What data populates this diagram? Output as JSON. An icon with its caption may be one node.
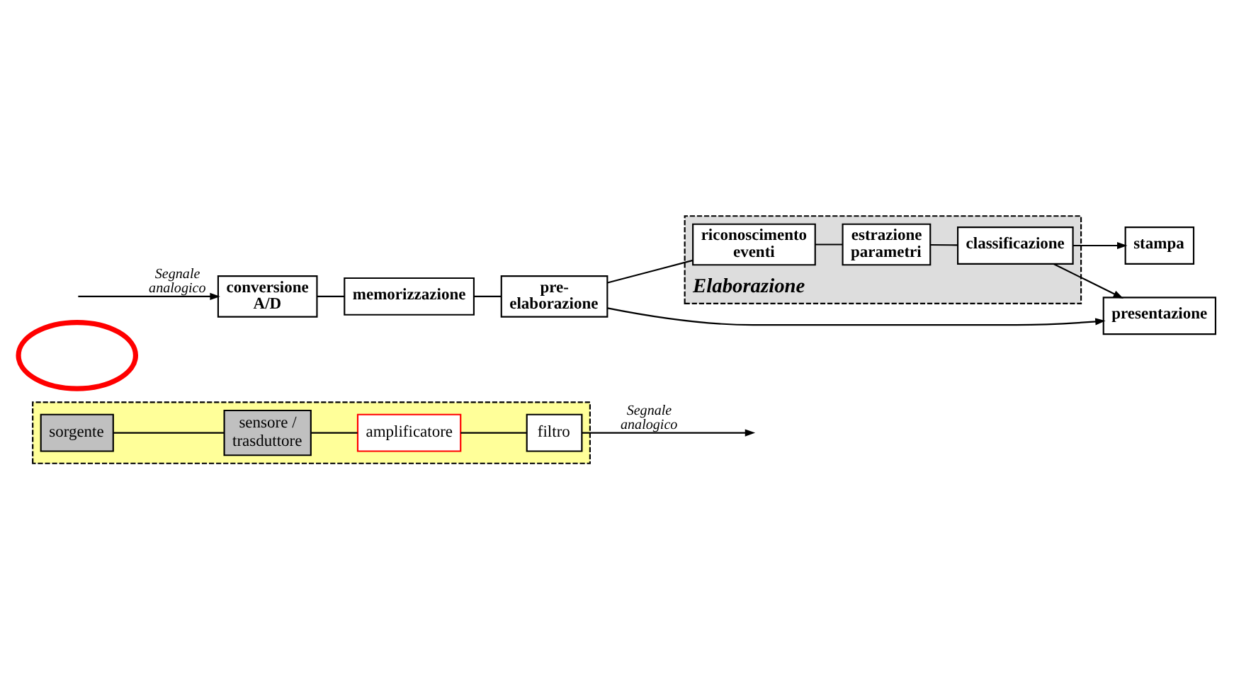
{
  "diagram": {
    "nodes": [
      {
        "text": [],
        "shape": "box"
      },
      {
        "text": [],
        "shape": "ellipse"
      },
      {
        "text": [
          "sorgente"
        ],
        "in": 0
      },
      {
        "text": [
          "sensore / trasduttore"
        ],
        "in": 0
      },
      {
        "text": [
          "amplificatore"
        ],
        "in": 0
      },
      {
        "text": [
          "filtro"
        ],
        "in": 0
      },
      {
        "text": [
          "conversione A/D"
        ]
      },
      {
        "text": [
          "memorizzazione"
        ]
      },
      {
        "text": [
          "pre- elaborazione"
        ]
      },
      {
        "text": [
          "presentazione"
        ]
      },
      {
        "text": [
          "Elaborazione"
        ]
      },
      {
        "text": [
          "riconoscimento eventi"
        ],
        "in": 10
      },
      {
        "text": [
          "estrazione parametri"
        ],
        "in": 10
      },
      {
        "text": [
          "classificazione"
        ],
        "in": 10
      },
      {
        "text": [
          "stampa"
        ]
      }
    ],
    "edges": [
      {
        "from": 2,
        "to": 3,
        "arrow": "none"
      },
      {
        "from": 3,
        "to": 4,
        "arrow": "none"
      },
      {
        "from": 4,
        "to": 5,
        "arrow": "none"
      },
      {
        "from": 5,
        "to": null,
        "arrow": "to",
        "label": "Segnale analogico"
      },
      {
        "from": null,
        "to": 6,
        "arrow": "to",
        "label": "Segnale analogico"
      },
      {
        "from": 6,
        "to": 7,
        "arrow": "none"
      },
      {
        "from": 7,
        "to": 8,
        "arrow": "none"
      },
      {
        "from": 8,
        "to": 9,
        "arrow": "to"
      },
      {
        "from": 8,
        "to": 11,
        "arrow": "none"
      },
      {
        "from": 11,
        "to": 12,
        "arrow": "none"
      },
      {
        "from": 12,
        "to": 13,
        "arrow": "none"
      },
      {
        "from": 13,
        "to": 9,
        "arrow": "to"
      },
      {
        "from": 13,
        "to": 14,
        "arrow": "to"
      }
    ]
  }
}
